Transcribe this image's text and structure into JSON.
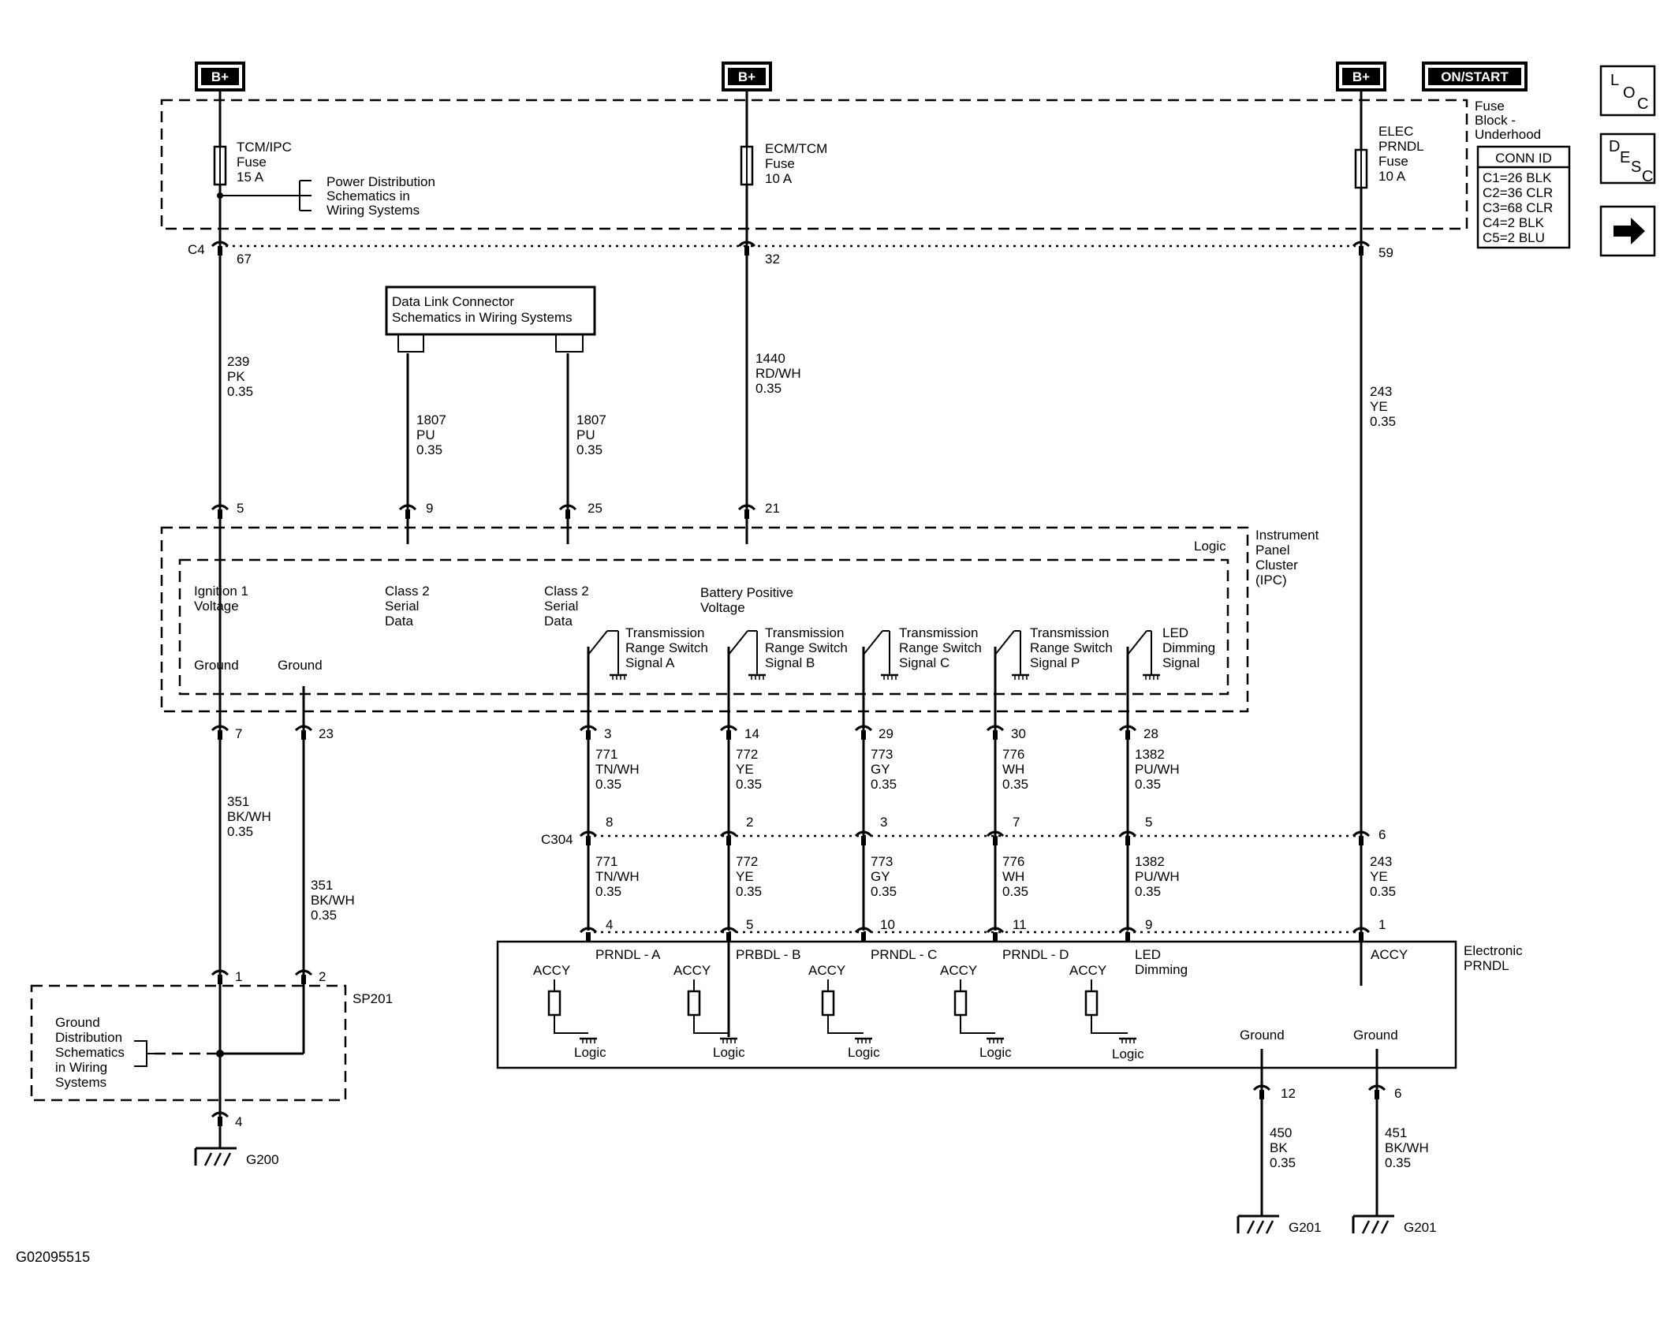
{
  "source_labels": {
    "b_plus": "B+",
    "on_start": "ON/START"
  },
  "fuses": [
    {
      "lines": [
        "TCM/IPC",
        "Fuse",
        "15 A"
      ]
    },
    {
      "lines": [
        "ECM/TCM",
        "Fuse",
        "10 A"
      ]
    },
    {
      "lines": [
        "ELEC",
        "PRNDL",
        "Fuse",
        "10 A"
      ]
    }
  ],
  "fuse_block": {
    "title": [
      "Fuse",
      "Block -",
      "Underhood"
    ],
    "conn_id_header": "CONN ID",
    "conn_id_rows": [
      "C1=26 BLK",
      "C2=36 CLR",
      "C3=68 CLR",
      "C4=2 BLK",
      "C5=2 BLU"
    ],
    "connector": "C4",
    "pins": [
      "67",
      "32",
      "59"
    ]
  },
  "nav": {
    "loc": {
      "l": "L",
      "o": "O",
      "c": "C"
    },
    "desc": {
      "d": "D",
      "e": "E",
      "s": "S",
      "c": "C"
    },
    "next_icon": "arrow-right-icon"
  },
  "refs": {
    "power_distribution": [
      "Power Distribution",
      "Schematics in",
      "Wiring Systems"
    ],
    "data_link": [
      "Data Link Connector",
      "Schematics in Wiring Systems"
    ],
    "ground_distribution": [
      "Ground",
      "Distribution",
      "Schematics",
      "in Wiring",
      "Systems"
    ]
  },
  "wires_top": [
    {
      "circuit": "239",
      "color": "PK",
      "gauge": "0.35"
    },
    {
      "circuit": "1807",
      "color": "PU",
      "gauge": "0.35"
    },
    {
      "circuit": "1807",
      "color": "PU",
      "gauge": "0.35"
    },
    {
      "circuit": "1440",
      "color": "RD/WH",
      "gauge": "0.35"
    },
    {
      "circuit": "243",
      "color": "YE",
      "gauge": "0.35"
    }
  ],
  "ipc": {
    "title": [
      "Instrument",
      "Panel",
      "Cluster",
      "(IPC)"
    ],
    "logic": "Logic",
    "pins_top": [
      "5",
      "9",
      "25",
      "21"
    ],
    "inputs": [
      [
        "Ignition 1",
        "Voltage"
      ],
      [
        "Class 2",
        "Serial",
        "Data"
      ],
      [
        "Class 2",
        "Serial",
        "Data"
      ],
      [
        "Battery Positive",
        "Voltage"
      ]
    ],
    "grounds": [
      "Ground",
      "Ground"
    ],
    "ground_pins": [
      "7",
      "23"
    ],
    "switches": [
      [
        "Transmission",
        "Range Switch",
        "Signal A"
      ],
      [
        "Transmission",
        "Range Switch",
        "Signal B"
      ],
      [
        "Transmission",
        "Range Switch",
        "Signal C"
      ],
      [
        "Transmission",
        "Range Switch",
        "Signal P"
      ],
      [
        "LED",
        "Dimming",
        "Signal"
      ]
    ],
    "switch_pins": [
      "3",
      "14",
      "29",
      "30",
      "28"
    ]
  },
  "signal_wires": [
    {
      "circuit": "771",
      "color": "TN/WH",
      "gauge": "0.35"
    },
    {
      "circuit": "772",
      "color": "YE",
      "gauge": "0.35"
    },
    {
      "circuit": "773",
      "color": "GY",
      "gauge": "0.35"
    },
    {
      "circuit": "776",
      "color": "WH",
      "gauge": "0.35"
    },
    {
      "circuit": "1382",
      "color": "PU/WH",
      "gauge": "0.35"
    }
  ],
  "c304": {
    "name": "C304",
    "pins": [
      "8",
      "2",
      "3",
      "7",
      "5",
      "6"
    ]
  },
  "ground_wires": [
    {
      "circuit": "351",
      "color": "BK/WH",
      "gauge": "0.35"
    },
    {
      "circuit": "351",
      "color": "BK/WH",
      "gauge": "0.35"
    }
  ],
  "splice": {
    "name": "SP201",
    "pins": [
      "1",
      "2",
      "4"
    ]
  },
  "ground_g200": "G200",
  "prndl": {
    "title": [
      "Electronic",
      "PRNDL"
    ],
    "pins": [
      "4",
      "5",
      "10",
      "11",
      "9",
      "1"
    ],
    "channels": [
      "PRNDL - A",
      "PRBDL - B",
      "PRNDL - C",
      "PRNDL - D",
      "LED",
      "ACCY"
    ],
    "led_line2": "Dimming",
    "accy": "ACCY",
    "logic": "Logic",
    "grounds": [
      "Ground",
      "Ground"
    ],
    "ground_pins": [
      "12",
      "6"
    ]
  },
  "prndl_ground_wires": [
    {
      "circuit": "450",
      "color": "BK",
      "gauge": "0.35"
    },
    {
      "circuit": "451",
      "color": "BK/WH",
      "gauge": "0.35"
    }
  ],
  "ground_g201": "G201",
  "figure_id": "G02095515"
}
